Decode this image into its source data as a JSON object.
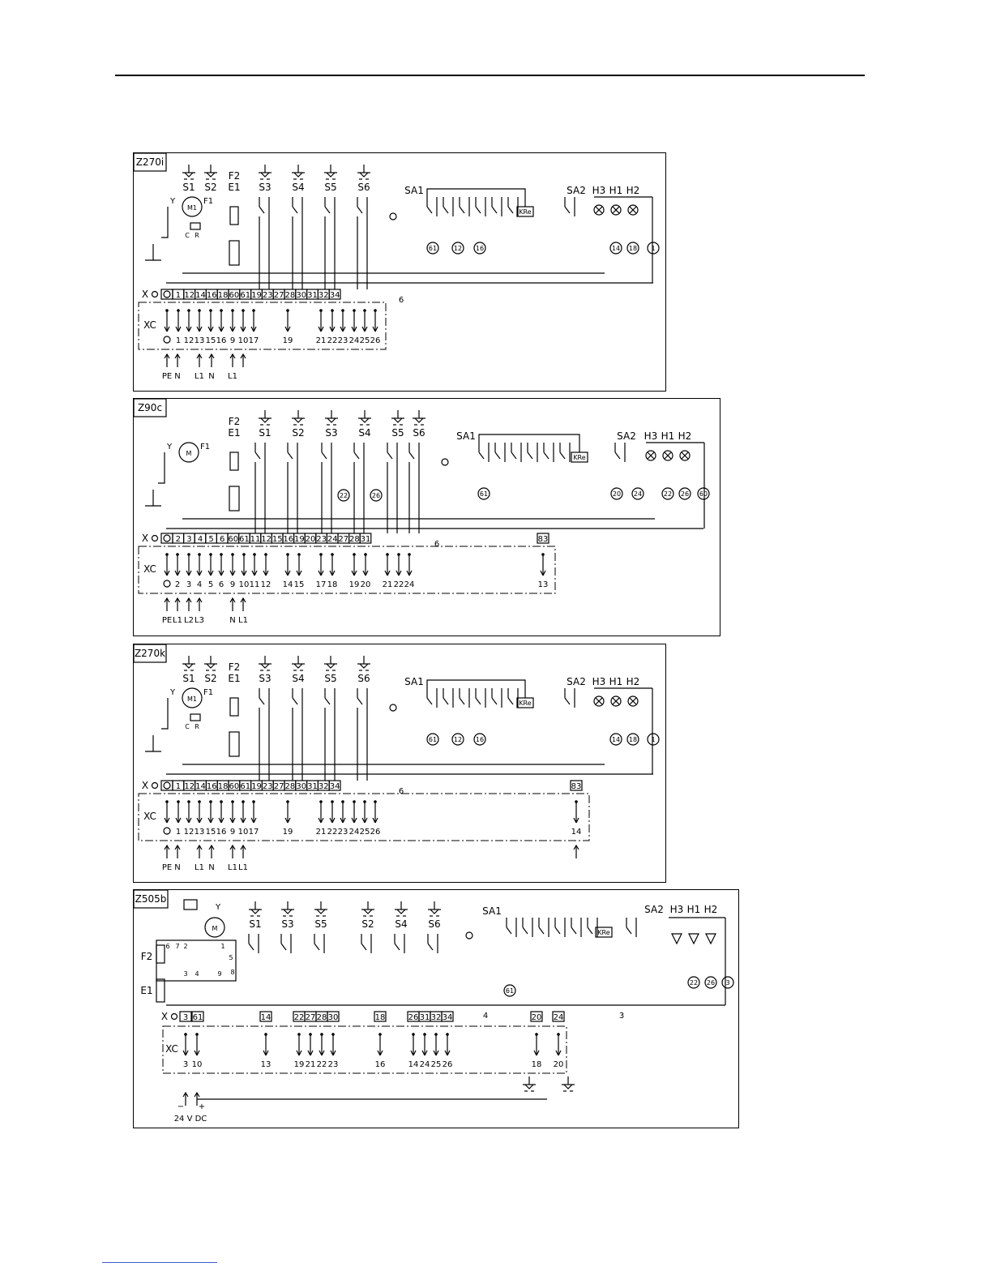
{
  "page": {
    "accent_color": "#000000",
    "link_underline_color": "#3a5fcd"
  },
  "panels": [
    {
      "title": "Z270i",
      "switches": [
        "S1",
        "S2",
        "S3",
        "S4",
        "S5",
        "S6"
      ],
      "heater_labels": [
        "F2",
        "E1"
      ],
      "motor_labels": [
        "Y",
        "M1",
        "F1",
        "C",
        "R"
      ],
      "selector_labels": [
        "SA1",
        "SA2",
        "KRe"
      ],
      "lamps": [
        "H3",
        "H1",
        "H2"
      ],
      "circle_refs": [
        "61",
        "12",
        "16",
        "14",
        "18",
        "1"
      ],
      "x_label": "X",
      "x_terminals": [
        "1",
        "12",
        "14",
        "16",
        "18",
        "60",
        "61",
        "19",
        "23",
        "27",
        "28",
        "30",
        "31",
        "32",
        "34"
      ],
      "wire_note": "6",
      "xc_label": "XC",
      "xc_terminals": [
        "1",
        "12",
        "13",
        "15",
        "16",
        "9",
        "10",
        "17",
        "19",
        "21",
        "22",
        "23",
        "24",
        "25",
        "26"
      ],
      "supply_labels": [
        "PE",
        "N",
        "L1",
        "N",
        "L1"
      ]
    },
    {
      "title": "Z90c",
      "switches": [
        "S1",
        "S2",
        "S3",
        "S4",
        "S5",
        "S6"
      ],
      "heater_labels": [
        "F2",
        "E1"
      ],
      "motor_labels": [
        "Y",
        "M",
        "F1"
      ],
      "selector_labels": [
        "SA1",
        "SA2",
        "KRe"
      ],
      "lamps": [
        "H3",
        "H1",
        "H2"
      ],
      "circle_refs": [
        "22",
        "26",
        "61",
        "20",
        "24",
        "22",
        "26",
        "60"
      ],
      "x_label": "X",
      "x_terminals": [
        "2",
        "3",
        "4",
        "5",
        "6",
        "60",
        "61",
        "11",
        "12",
        "15",
        "16",
        "19",
        "20",
        "23",
        "24",
        "27",
        "28",
        "31"
      ],
      "x_extra_terminal": "83",
      "wire_note": "6",
      "xc_label": "XC",
      "xc_terminals": [
        "2",
        "3",
        "4",
        "5",
        "6",
        "9",
        "10",
        "11",
        "12",
        "14",
        "15",
        "17",
        "18",
        "19",
        "20",
        "21",
        "22",
        "24"
      ],
      "xc_extra_terminal": "13",
      "supply_labels": [
        "PE",
        "L1",
        "L2",
        "L3",
        "N",
        "L1"
      ]
    },
    {
      "title": "Z270k",
      "switches": [
        "S1",
        "S2",
        "S3",
        "S4",
        "S5",
        "S6"
      ],
      "heater_labels": [
        "F2",
        "E1"
      ],
      "motor_labels": [
        "Y",
        "M1",
        "F1",
        "C",
        "R"
      ],
      "selector_labels": [
        "SA1",
        "SA2",
        "KRe"
      ],
      "lamps": [
        "H3",
        "H1",
        "H2"
      ],
      "circle_refs": [
        "61",
        "12",
        "16",
        "14",
        "18",
        "1"
      ],
      "x_label": "X",
      "x_terminals": [
        "1",
        "12",
        "14",
        "16",
        "18",
        "60",
        "61",
        "19",
        "23",
        "27",
        "28",
        "30",
        "31",
        "32",
        "34"
      ],
      "x_extra_terminal": "83",
      "wire_note": "6",
      "xc_label": "XC",
      "xc_terminals": [
        "1",
        "12",
        "13",
        "15",
        "16",
        "9",
        "10",
        "17",
        "19",
        "21",
        "22",
        "23",
        "24",
        "25",
        "26"
      ],
      "xc_extra_terminal": "14",
      "supply_labels": [
        "PE",
        "N",
        "L1",
        "N",
        "L1",
        "L1"
      ]
    },
    {
      "title": "Z505b",
      "switches": [
        "S1",
        "S3",
        "S5",
        "S2",
        "S4",
        "S6"
      ],
      "heater_labels": [
        "F2",
        "E1"
      ],
      "motor_labels": [
        "Y",
        "M"
      ],
      "relay_pins": [
        "6",
        "7",
        "2",
        "1",
        "5",
        "8",
        "3",
        "4",
        "9"
      ],
      "selector_labels": [
        "SA1",
        "SA2",
        "KRe"
      ],
      "lamps": [
        "H3",
        "H1",
        "H2"
      ],
      "circle_refs": [
        "61",
        "22",
        "26",
        "3"
      ],
      "x_label": "X",
      "x_terminals": [
        "3",
        "61",
        "14",
        "22",
        "27",
        "28",
        "30",
        "18",
        "26",
        "31",
        "32",
        "34",
        "20",
        "24"
      ],
      "wire_notes": [
        "4",
        "3"
      ],
      "xc_label": "XC",
      "xc_terminals": [
        "3",
        "10",
        "13",
        "19",
        "21",
        "22",
        "23",
        "16",
        "14",
        "24",
        "25",
        "26",
        "18",
        "20"
      ],
      "supply_labels": [
        "−",
        "+",
        "24  V  DC"
      ]
    }
  ]
}
